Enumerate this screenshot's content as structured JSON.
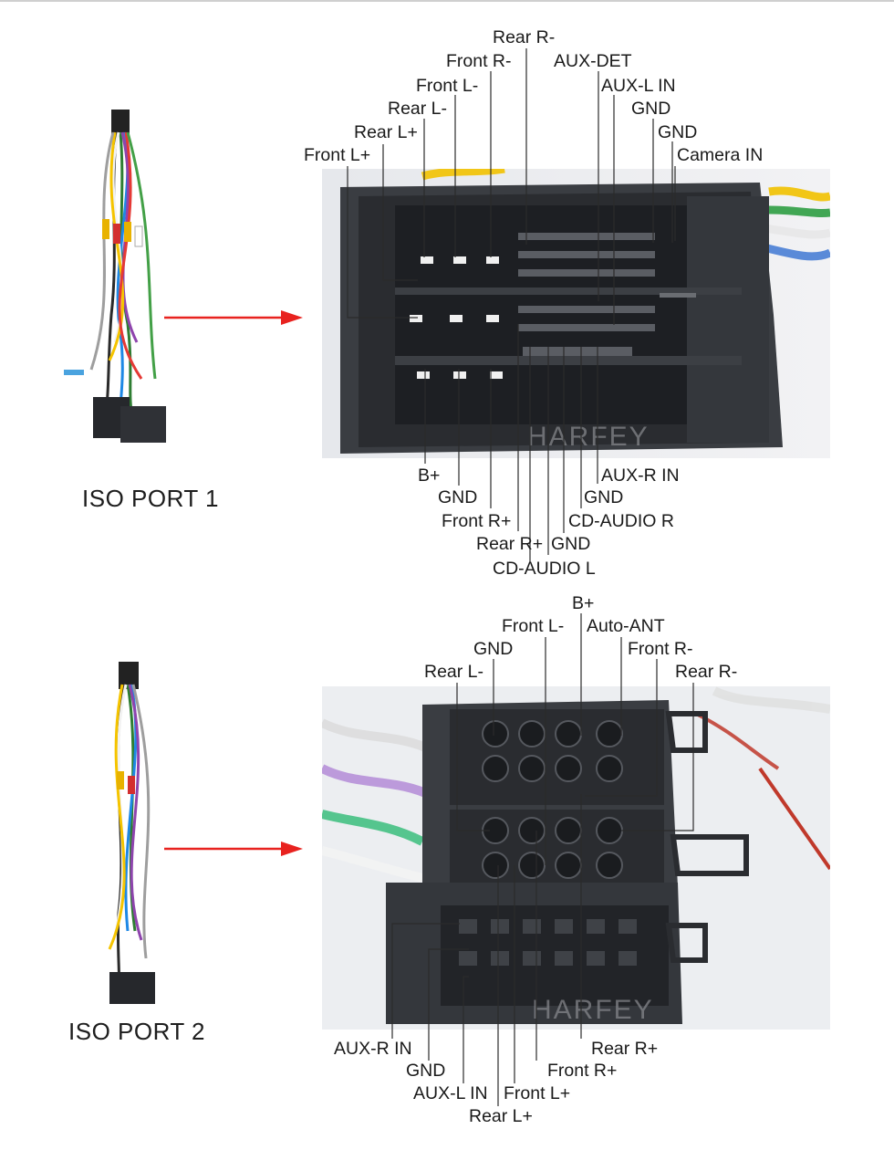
{
  "port1": {
    "title": "ISO PORT 1",
    "watermark": "HARFEY",
    "top_labels": [
      "Rear R-",
      "Front R-",
      "AUX-DET",
      "Front L-",
      "AUX-L IN",
      "Rear L-",
      "GND",
      "Rear L+",
      "GND",
      "Front L+",
      "Camera IN"
    ],
    "bottom_labels": [
      "B+",
      "AUX-R IN",
      "GND",
      "GND",
      "Front R+",
      "CD-AUDIO R",
      "Rear R+",
      "GND",
      "CD-AUDIO L"
    ]
  },
  "port2": {
    "title": "ISO PORT 2",
    "watermark": "HARFEY",
    "top_labels": [
      "B+",
      "Front L-",
      "Auto-ANT",
      "GND",
      "Front R-",
      "Rear L-",
      "Rear R-"
    ],
    "bottom_labels": [
      "AUX-R IN",
      "Rear R+",
      "GND",
      "Front R+",
      "AUX-L IN",
      "Front L+",
      "Rear L+"
    ]
  },
  "colors": {
    "arrow": "#e8221f",
    "leader": "#333333",
    "connector": "#3a3d42"
  }
}
